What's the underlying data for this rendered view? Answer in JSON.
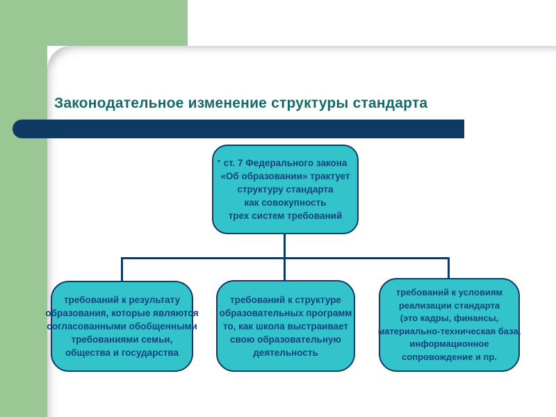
{
  "slide": {
    "title": "Законодательное изменение структуры стандарта",
    "colors": {
      "frame_green": "#9bc795",
      "bar_navy": "#0e3a63",
      "node_teal": "#33c4cb",
      "node_border_navy": "#0e3a63",
      "node_text_blue": "#11437c",
      "title_teal": "#156a68",
      "background": "#ffffff"
    },
    "diagram": {
      "top_box": {
        "bullet": "▪",
        "text": "ст. 7 Федерального закона\n«Об образовании» трактует\nструктуру стандарта\nкак совокупность\nтрех систем требований"
      },
      "child_boxes": [
        {
          "text": "требований к результату\nобразования, которые являются\nсогласованными обобщенными\nтребованиями семьи,\nобщества и государства"
        },
        {
          "text": "требований к структуре\nобразовательных программ\nто, как школа выстраивает\nсвою образовательную\nдеятельность"
        },
        {
          "text": "требований к условиям\nреализации стандарта\n(это кадры, финансы,\nматериально-техническая база,\nинформационное\nсопровождение и пр."
        }
      ]
    }
  }
}
